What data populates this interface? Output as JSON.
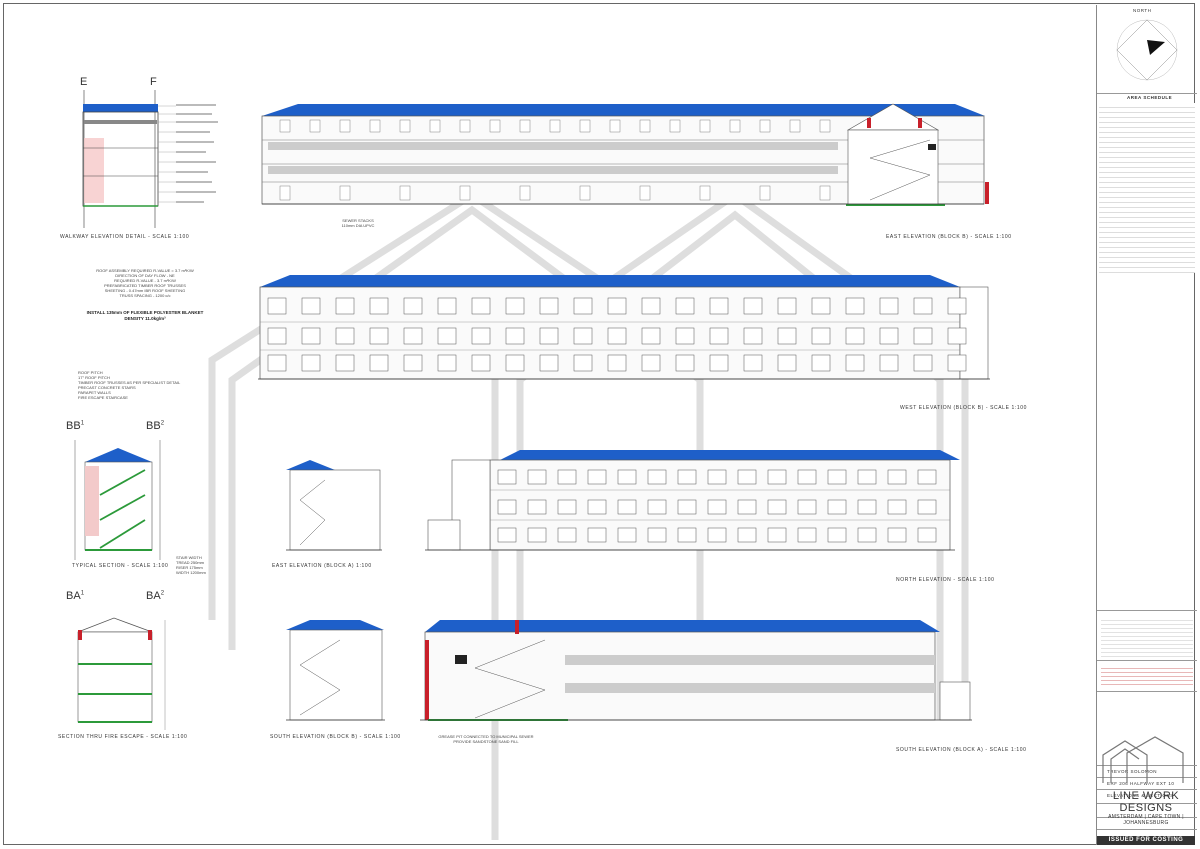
{
  "callouts": {
    "e": "E",
    "f": "F",
    "bb1": "BB",
    "bb1_sup": "1",
    "bb2": "BB",
    "bb2_sup": "2",
    "ba1": "BA",
    "ba1_sup": "1",
    "ba2": "BA",
    "ba2_sup": "2"
  },
  "captions": {
    "walkway": "WALKWAY ELEVATION DETAIL - SCALE 1:100",
    "east_b": "EAST ELEVATION (BLOCK B) - SCALE 1:100",
    "west": "WEST ELEVATION (BLOCK B) - SCALE 1:100",
    "typical_section": "TYPICAL SECTION - SCALE 1:100",
    "east_a": "EAST ELEVATION (BLOCK A) 1:100",
    "north": "NORTH ELEVATION - SCALE 1:100",
    "section_fire": "SECTION THRU FIRE ESCAPE - SCALE 1:100",
    "south_b": "SOUTH ELEVATION (BLOCK B) - SCALE 1:100",
    "south_a": "SOUTH ELEVATION (BLOCK A) - SCALE 1:100"
  },
  "notes": {
    "roof_spec": "ROOF ASSEMBLY REQUIRED R-VALUE = 3.7 m²K/W\nDIRECTION OF DAY FLOW - NE\nREQUIRED R-VALUE - 3.7 m²K/W\nPREFABRICATED TIMBER ROOF TRUSSES\nSHEETING - 0.47mm IBR ROOF SHEETING\nTRUSS SPACING - 1200 c/c",
    "blanket": "INSTALL 135mm OF FLEXIBLE POLYESTER BLANKET\nDENSITY 11.0kg/m³",
    "typical_notes": "ROOF PITCH\n17° ROOF PITCH\nTIMBER ROOF TRUSSES AS PER SPECIALIST DETAIL\nPRECAST CONCRETE STAIRS\nPARAPET WALLS\nFIRE ESCAPE STAIRCASE",
    "section_notes": "STAIR WIDTH\nTREAD 250mm\nRISER 175mm\nWIDTH 1200mm",
    "sewer_east": "SEWER STACKS\n110mm DIA UPVC",
    "sewer_south": "GREASE PIT CONNECTED TO MUNICIPAL SEWER\nPROVIDE SANDSTONE SAND FILL"
  },
  "title_block": {
    "north": "NORTH",
    "schedule_title": "AREA SCHEDULE",
    "company_name": "LINE WORK DESIGNS",
    "company_cities": "AMSTERDAM | CAPE TOWN | JOHANNESBURG",
    "client": "TREVOR SOLOMON",
    "project": "ERF 206 HALFWAY EXT 10",
    "drawing_title": "ELEVATIONS & SECTIONS",
    "status": "ISSUED FOR COSTING"
  },
  "colors": {
    "roof": "#1e5fc9",
    "green": "#2c9a3a",
    "red": "#c8202a",
    "line": "#555555",
    "ghost": "#dcdcdc"
  }
}
